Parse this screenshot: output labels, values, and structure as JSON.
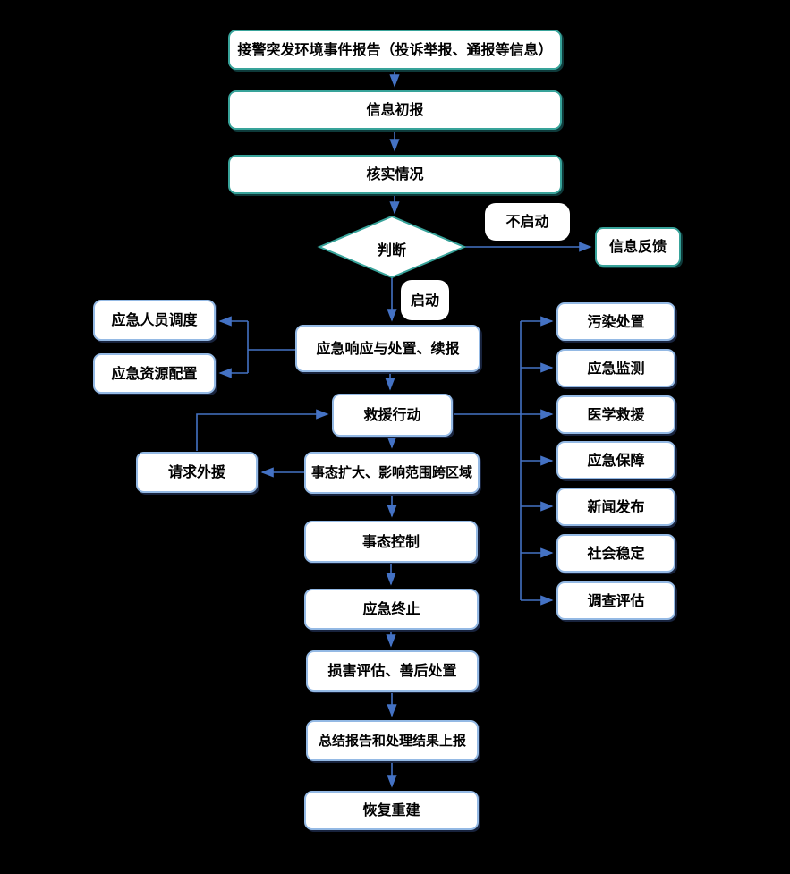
{
  "diagram": {
    "type": "flowchart",
    "background": "#000000",
    "colors": {
      "teal_border": "#38a39a",
      "blue_border": "#94b9e4",
      "arrow": "#4472c4",
      "node_fill": "#ffffff",
      "text": "#000000"
    }
  },
  "nodes": {
    "report": {
      "label": "接警突发环境事件报告（投诉举报、通报等信息）"
    },
    "initial_report": {
      "label": "信息初报"
    },
    "verify": {
      "label": "核实情况"
    },
    "judge": {
      "label": "判断"
    },
    "label_no_start": {
      "label": "不启动"
    },
    "feedback": {
      "label": "信息反馈"
    },
    "label_start": {
      "label": "启动"
    },
    "response": {
      "label": "应急响应与处置、续报"
    },
    "personnel": {
      "label": "应急人员调度"
    },
    "resource": {
      "label": "应急资源配置"
    },
    "rescue": {
      "label": "救援行动"
    },
    "expand": {
      "label": "事态扩大、影响范围跨区域"
    },
    "request_aid": {
      "label": "请求外援"
    },
    "control": {
      "label": "事态控制"
    },
    "terminate": {
      "label": "应急终止"
    },
    "damage": {
      "label": "损害评估、善后处置"
    },
    "summary": {
      "label": "总结报告和处理结果上报"
    },
    "recovery": {
      "label": "恢复重建"
    },
    "pollution": {
      "label": "污染处置"
    },
    "monitoring": {
      "label": "应急监测"
    },
    "medical": {
      "label": "医学救援"
    },
    "support": {
      "label": "应急保障"
    },
    "news": {
      "label": "新闻发布"
    },
    "social": {
      "label": "社会稳定"
    },
    "investigation": {
      "label": "调查评估"
    }
  },
  "edges": [
    {
      "from": "report",
      "to": "initial_report"
    },
    {
      "from": "initial_report",
      "to": "verify"
    },
    {
      "from": "verify",
      "to": "judge"
    },
    {
      "from": "judge",
      "to": "feedback",
      "label": "不启动"
    },
    {
      "from": "judge",
      "to": "response",
      "label": "启动"
    },
    {
      "from": "response",
      "to": "personnel"
    },
    {
      "from": "response",
      "to": "resource"
    },
    {
      "from": "response",
      "to": "rescue"
    },
    {
      "from": "request_aid",
      "to": "rescue"
    },
    {
      "from": "rescue",
      "to": "pollution"
    },
    {
      "from": "rescue",
      "to": "monitoring"
    },
    {
      "from": "rescue",
      "to": "medical"
    },
    {
      "from": "rescue",
      "to": "support"
    },
    {
      "from": "rescue",
      "to": "news"
    },
    {
      "from": "rescue",
      "to": "social"
    },
    {
      "from": "rescue",
      "to": "investigation"
    },
    {
      "from": "rescue",
      "to": "expand"
    },
    {
      "from": "expand",
      "to": "request_aid"
    },
    {
      "from": "expand",
      "to": "control"
    },
    {
      "from": "control",
      "to": "terminate"
    },
    {
      "from": "terminate",
      "to": "damage"
    },
    {
      "from": "damage",
      "to": "summary"
    },
    {
      "from": "summary",
      "to": "recovery"
    }
  ]
}
